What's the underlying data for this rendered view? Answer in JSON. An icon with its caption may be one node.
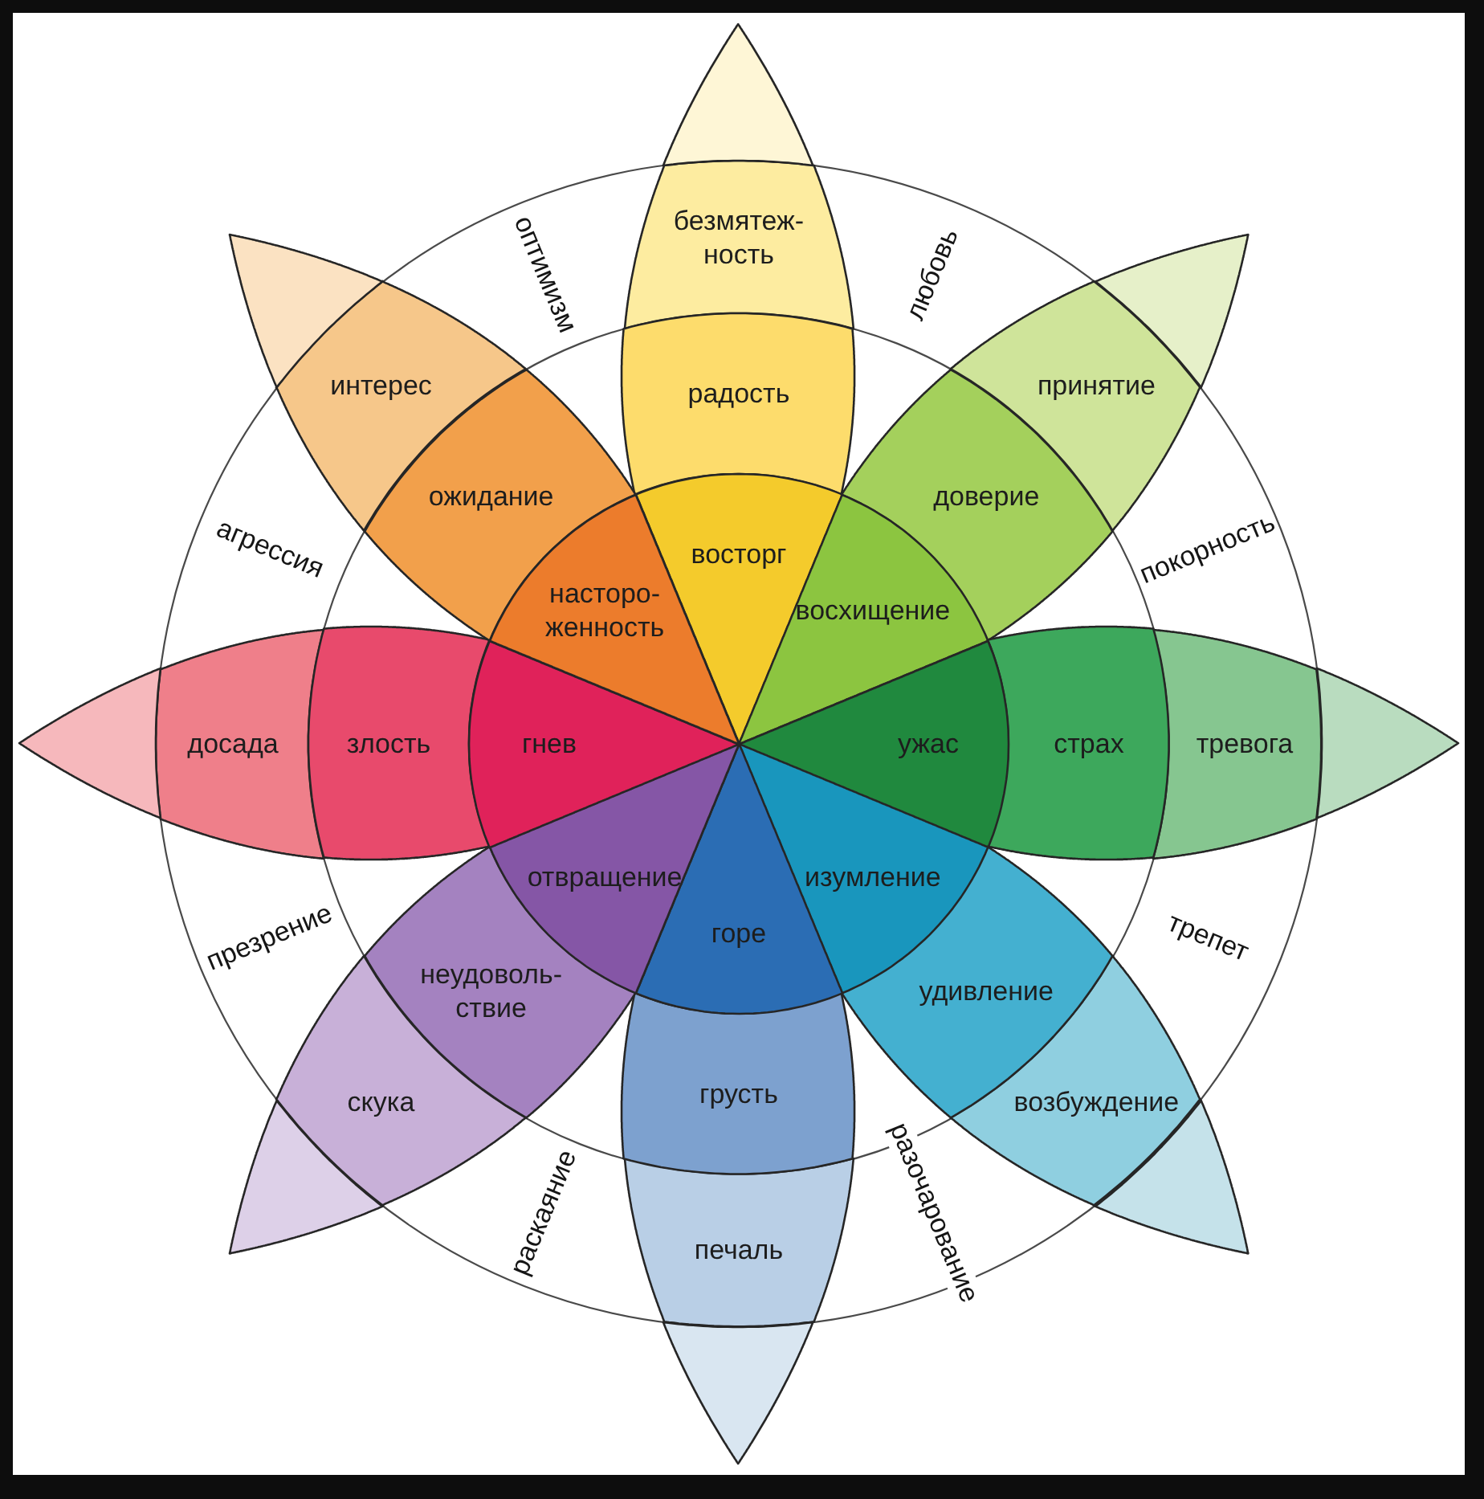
{
  "diagram": {
    "nodes": [
      {
        "text": [
          "безмятеж- ность"
        ]
      },
      {
        "text": [
          "радость"
        ]
      },
      {
        "text": [
          "восторг"
        ]
      },
      {
        "text": [
          "принятие"
        ]
      },
      {
        "text": [
          "доверие"
        ]
      },
      {
        "text": [
          "восхищение"
        ]
      },
      {
        "text": [
          "тревога"
        ]
      },
      {
        "text": [
          "страх"
        ]
      },
      {
        "text": [
          "ужас"
        ]
      },
      {
        "text": [
          "возбуждение"
        ]
      },
      {
        "text": [
          "удивление"
        ]
      },
      {
        "text": [
          "изумление"
        ]
      },
      {
        "text": [
          "печаль"
        ]
      },
      {
        "text": [
          "грусть"
        ]
      },
      {
        "text": [
          "горе"
        ]
      },
      {
        "text": [
          "скука"
        ]
      },
      {
        "text": [
          "неудоволь- ствие"
        ]
      },
      {
        "text": [
          "отвращение"
        ]
      },
      {
        "text": [
          "досада"
        ]
      },
      {
        "text": [
          "злость"
        ]
      },
      {
        "text": [
          "гнев"
        ]
      },
      {
        "text": [
          "интерес"
        ]
      },
      {
        "text": [
          "ожидание"
        ]
      },
      {
        "text": [
          "насторо- женность"
        ]
      },
      {
        "text": [],
        "shape": "petal"
      },
      {
        "text": [],
        "shape": "petal"
      },
      {
        "text": [],
        "shape": "petal"
      },
      {
        "text": [],
        "shape": "petal"
      },
      {
        "text": [],
        "shape": "petal"
      },
      {
        "text": [],
        "shape": "petal"
      },
      {
        "text": [],
        "shape": "petal"
      },
      {
        "text": [],
        "shape": "petal"
      }
    ],
    "labels": [
      "оптимизм",
      "любовь",
      "агрессия",
      "покорность",
      "презрение",
      "трепет",
      "раскаяние",
      "разочарование"
    ]
  }
}
